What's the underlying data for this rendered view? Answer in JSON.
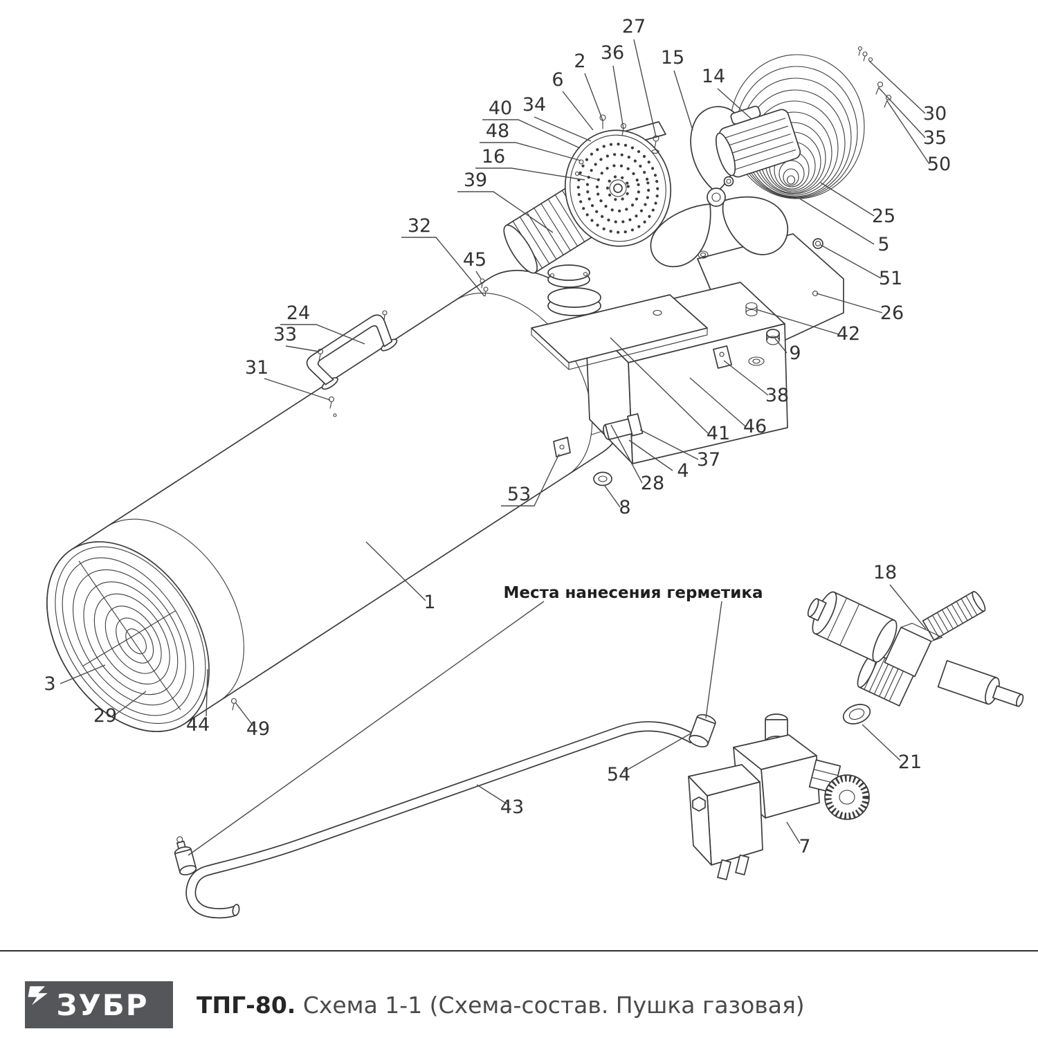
{
  "diagram": {
    "annotation_sealant": "Места нанесения герметика",
    "callouts": [
      {
        "label": "27"
      },
      {
        "label": "36"
      },
      {
        "label": "2"
      },
      {
        "label": "15"
      },
      {
        "label": "14"
      },
      {
        "label": "6"
      },
      {
        "label": "40"
      },
      {
        "label": "34"
      },
      {
        "label": "48"
      },
      {
        "label": "16"
      },
      {
        "label": "39"
      },
      {
        "label": "30"
      },
      {
        "label": "35"
      },
      {
        "label": "50"
      },
      {
        "label": "25"
      },
      {
        "label": "5"
      },
      {
        "label": "51"
      },
      {
        "label": "26"
      },
      {
        "label": "32"
      },
      {
        "label": "45"
      },
      {
        "label": "24"
      },
      {
        "label": "33"
      },
      {
        "label": "31"
      },
      {
        "label": "42"
      },
      {
        "label": "9"
      },
      {
        "label": "38"
      },
      {
        "label": "46"
      },
      {
        "label": "41"
      },
      {
        "label": "37"
      },
      {
        "label": "4"
      },
      {
        "label": "28"
      },
      {
        "label": "8"
      },
      {
        "label": "53"
      },
      {
        "label": "1"
      },
      {
        "label": "18"
      },
      {
        "label": "3"
      },
      {
        "label": "29"
      },
      {
        "label": "44"
      },
      {
        "label": "49"
      },
      {
        "label": "54"
      },
      {
        "label": "21"
      },
      {
        "label": "43"
      },
      {
        "label": "7"
      }
    ]
  },
  "footer": {
    "logo_text": "ЗУБР",
    "title_model": "ТПГ-80.",
    "title_rest": "Схема 1-1 (Схема-состав. Пушка газовая)"
  }
}
